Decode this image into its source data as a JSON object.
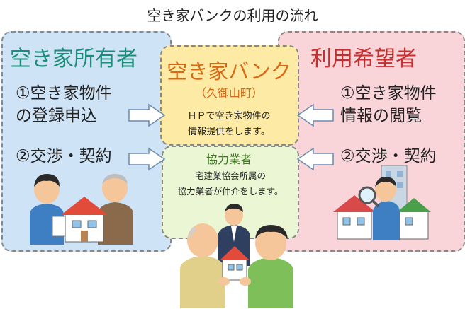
{
  "title": "空き家バンクの利用の流れ",
  "owner": {
    "heading": "空き家所有者",
    "step1_line1": "①空き家物件",
    "step1_line2": "の登録申込",
    "step2": "②交渉・契約"
  },
  "bank": {
    "heading": "空き家バンク",
    "sub": "（久御山町）",
    "desc_line1": "ＨＰで空き家物件の",
    "desc_line2": "情報提供をします。"
  },
  "cooperator": {
    "heading": "協力業者",
    "desc_line1": "宅建業協会所属の",
    "desc_line2": "協力業者が仲介をします。"
  },
  "user": {
    "heading": "利用希望者",
    "step1_line1": "①空き家物件",
    "step1_line2": "情報の閲覧",
    "step2": "②交渉・契約"
  },
  "colors": {
    "owner_bg": "#cfe3f7",
    "user_bg": "#f9d5da",
    "bank_bg": "#fdeaa5",
    "coop_bg": "#eaf6d4",
    "owner_accent": "#1b8e7a",
    "user_accent": "#c42f2f",
    "bank_accent": "#d86a16"
  }
}
